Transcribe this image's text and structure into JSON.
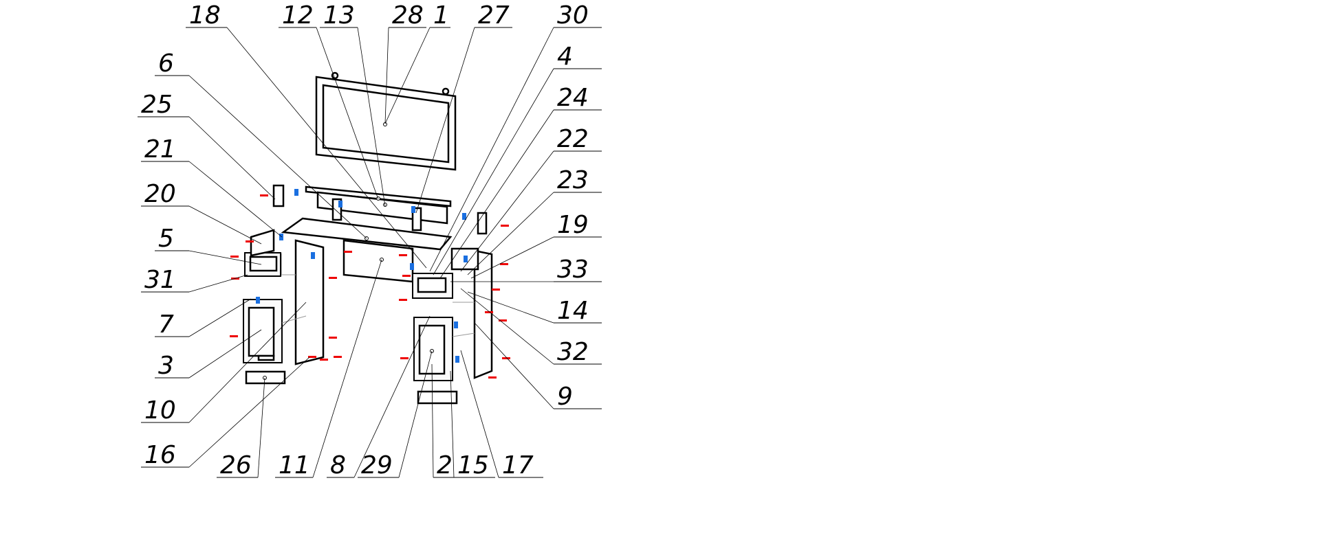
{
  "diagram": {
    "type": "exploded-assembly-drawing",
    "callouts": [
      "18",
      "12",
      "13",
      "28",
      "1",
      "27",
      "30",
      "4",
      "24",
      "22",
      "23",
      "19",
      "33",
      "14",
      "32",
      "9",
      "6",
      "25",
      "21",
      "20",
      "5",
      "31",
      "7",
      "3",
      "10",
      "16",
      "26",
      "11",
      "8",
      "29",
      "2",
      "15",
      "17"
    ]
  },
  "colors": {
    "line": "#000000",
    "fastener_red": "#ee0000",
    "fitting_blue": "#1a6fe0"
  }
}
